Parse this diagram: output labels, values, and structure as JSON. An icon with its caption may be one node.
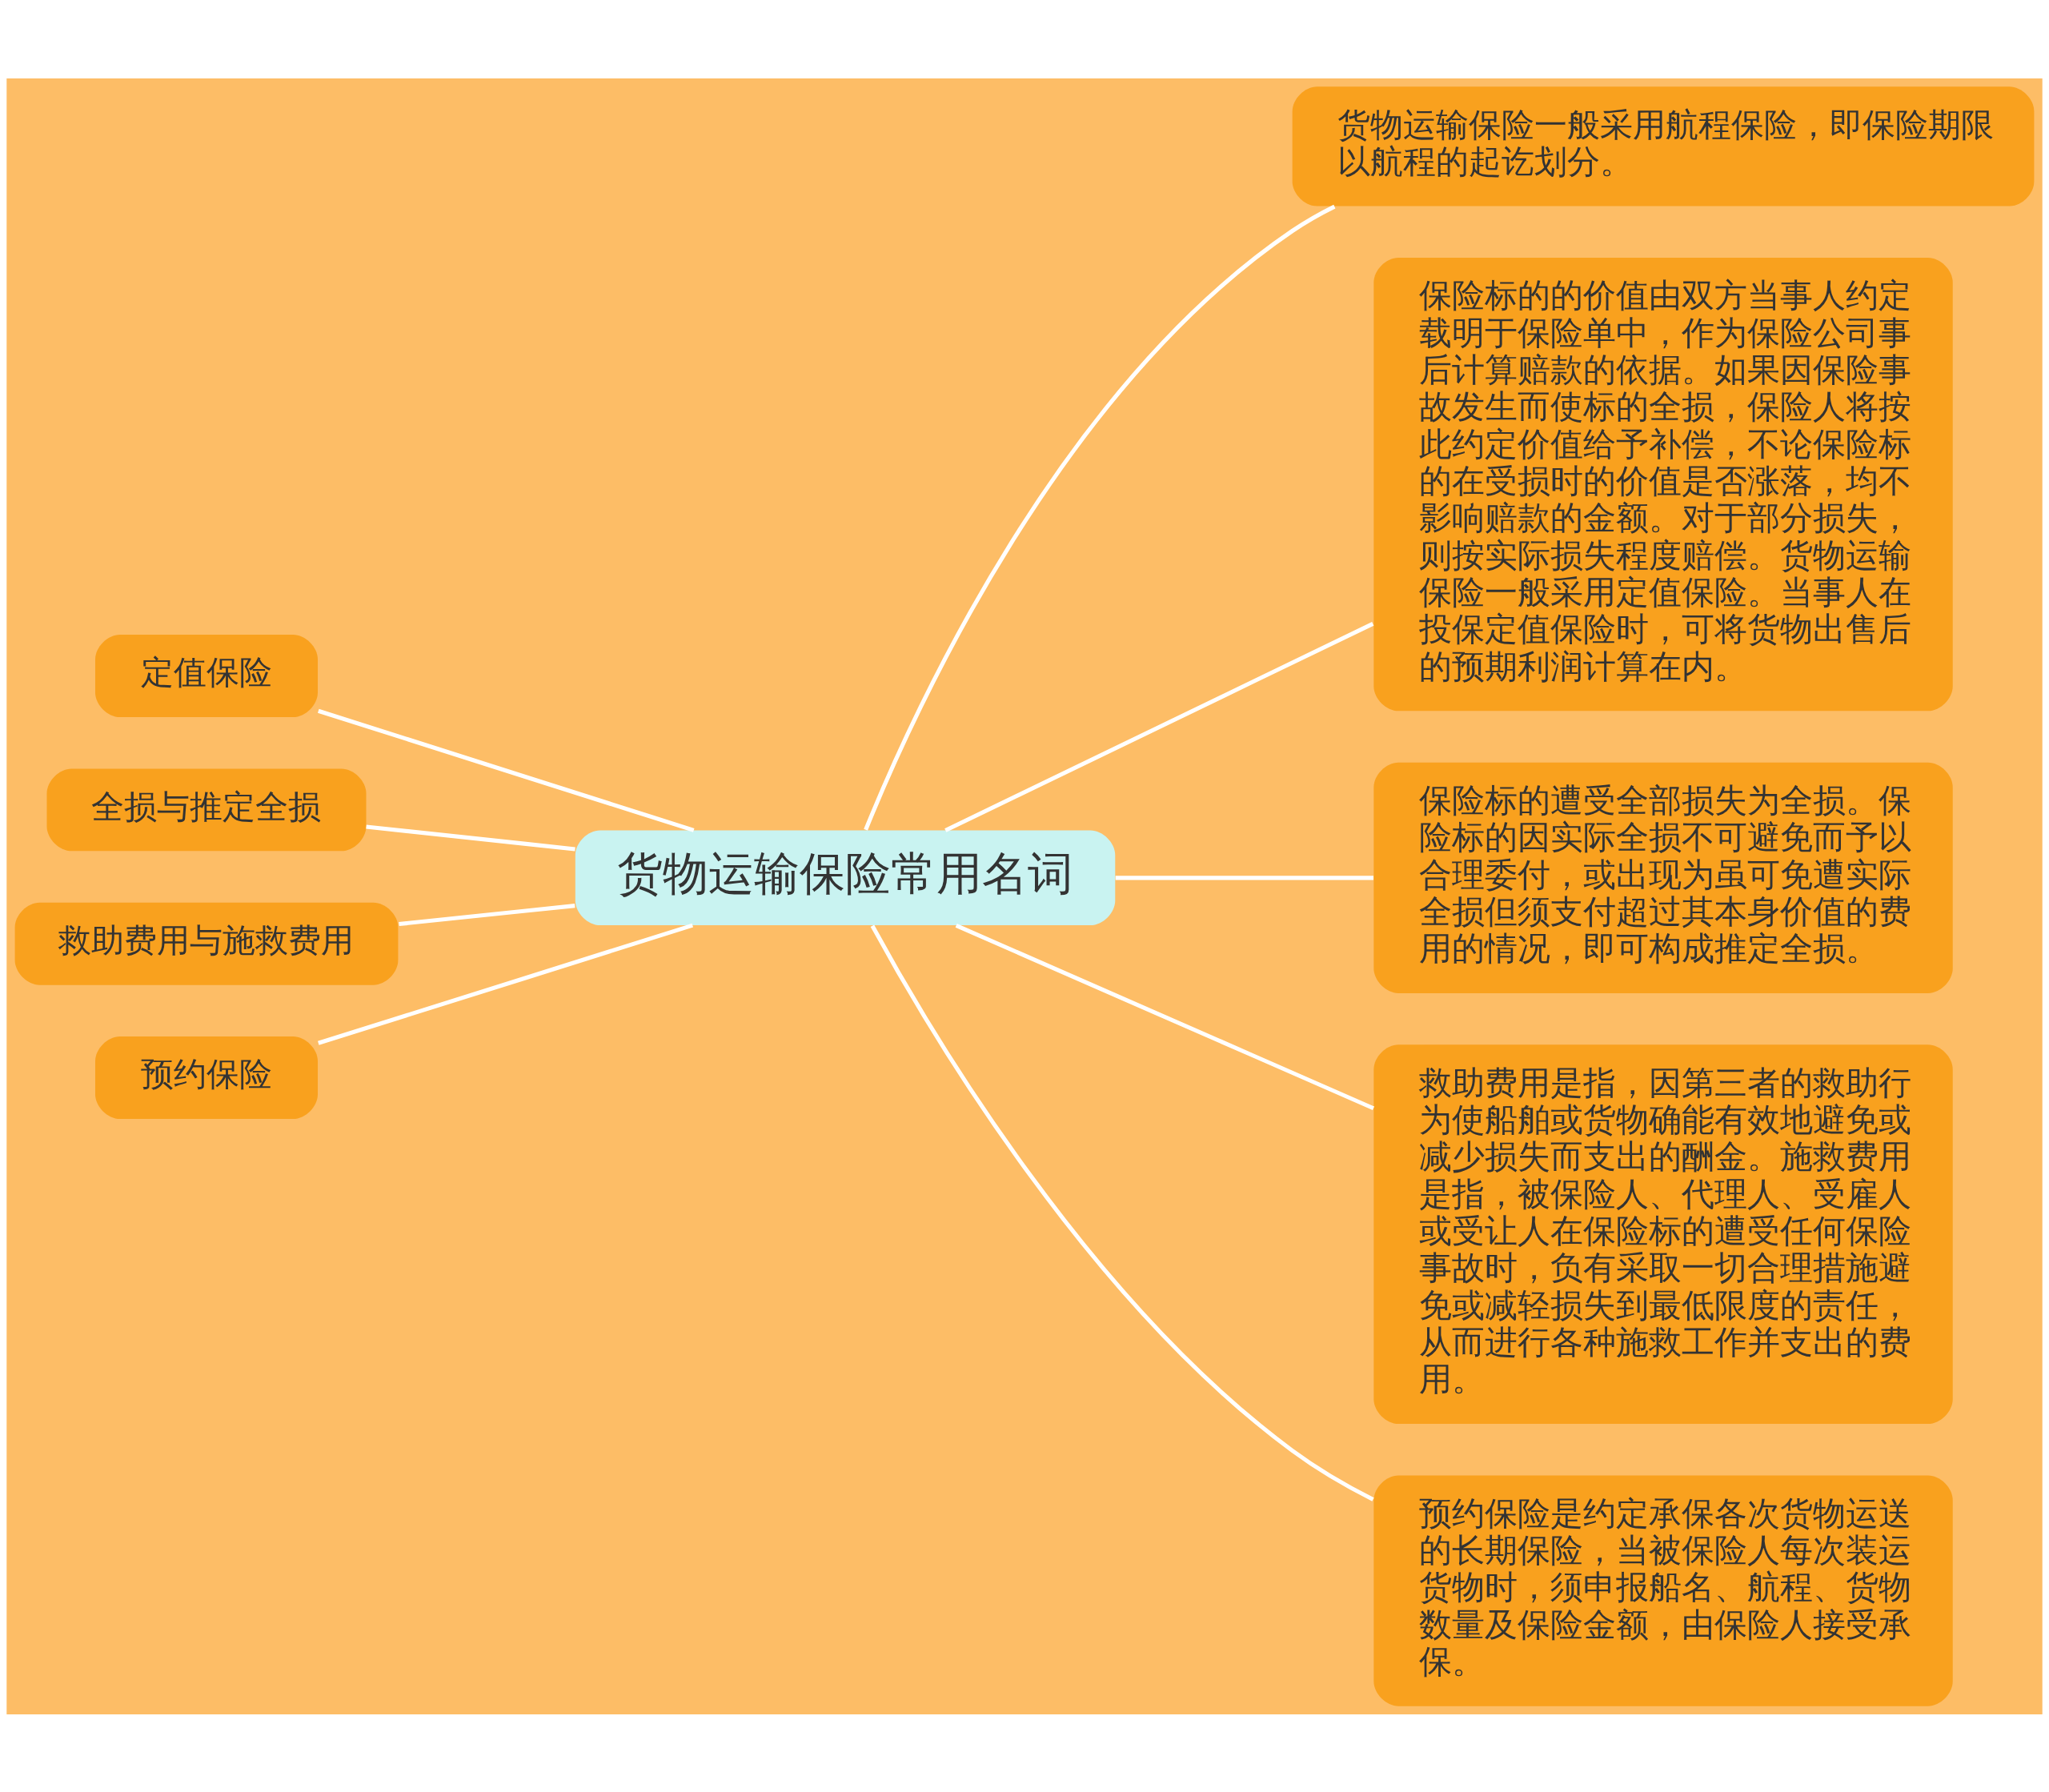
{
  "diagram": {
    "nodes": [
      {
        "text": [
          "货物运输保险常用名词"
        ]
      },
      {
        "text": [
          "货物运输保险一般采用航程保险，即保险期限以航程的起讫划分。"
        ]
      },
      {
        "text": [
          "保险标的的价值由双方当事人约定载明于保险单中，作为保险公司事后计算赔款的依据。如果因保险事故发生而使标的全损，保险人将按此约定价值给予补偿，不论保险标的在受损时的价值是否涨落，均不影响赔款的金额。对于部分损失，则按实际损失程度赔偿。货物运输保险一般采用定值保险。当事人在投保定值保险时，可将货物出售后的预期利润计算在内。"
        ]
      },
      {
        "text": [
          "保险标的遭受全部损失为全损。保险标的因实际全损不可避免而予以合理委付，或出现为虽可免遭实际全损但须支付超过其本身价值的费用的情况，即可构成推定全损。"
        ]
      },
      {
        "text": [
          "救助费用是指，因第三者的救助行为使船舶或货物确能有效地避免或减少损失而支出的酬金。施救费用是指，被保险人、代理人、受雇人或受让人在保险标的遭受任何保险事故时，负有采取一切合理措施避免或减轻损失到最低限度的责任，从而进行各种施救工作并支出的费用。"
        ]
      },
      {
        "text": [
          "预约保险是约定承保各次货物运送的长期保险，当被保险人每次装运货物时，须申报船名、航程、货物数量及保险金额，由保险人接受承保。"
        ]
      },
      {
        "text": [
          "定值保险"
        ]
      },
      {
        "text": [
          "全损与推定全损"
        ]
      },
      {
        "text": [
          "救助费用与施救费用"
        ]
      },
      {
        "text": [
          "预约保险"
        ]
      }
    ],
    "edges": [
      {
        "from": 0,
        "to": 1,
        "arrow": "none"
      },
      {
        "from": 0,
        "to": 2,
        "arrow": "none"
      },
      {
        "from": 0,
        "to": 3,
        "arrow": "none"
      },
      {
        "from": 0,
        "to": 4,
        "arrow": "none"
      },
      {
        "from": 0,
        "to": 5,
        "arrow": "none"
      },
      {
        "from": 6,
        "to": 0,
        "arrow": "none"
      },
      {
        "from": 7,
        "to": 0,
        "arrow": "none"
      },
      {
        "from": 8,
        "to": 0,
        "arrow": "none"
      },
      {
        "from": 9,
        "to": 0,
        "arrow": "none"
      }
    ]
  }
}
